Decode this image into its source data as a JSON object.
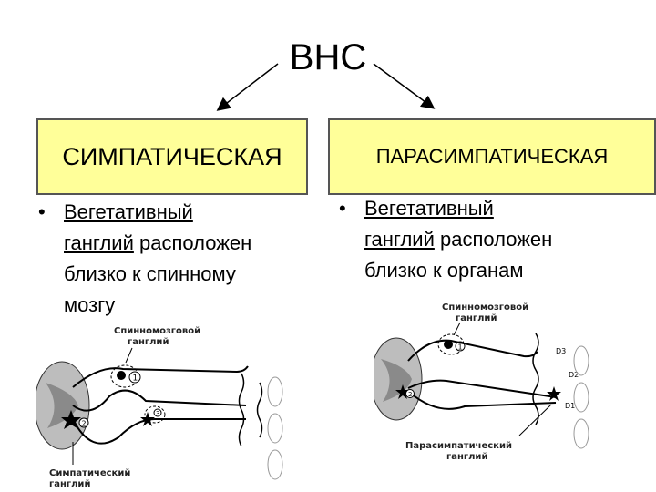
{
  "title": "ВНС",
  "left": {
    "heading": "СИМПАТИЧЕСКАЯ",
    "bullet": {
      "marker": "•",
      "underlined_part1": "Вегетативный",
      "underlined_part2": "ганглий",
      "rest_line2": " расположен",
      "rest_line3": "близко к спинному",
      "rest_line4": "мозгу"
    },
    "figure": {
      "label_top_line1": "Спинномозговой",
      "label_top_line2": "ганглий",
      "label_bottom_line1": "Симпатический",
      "label_bottom_line2": "ганглий",
      "marker_1": "1",
      "marker_2": "2",
      "marker_3": "3"
    }
  },
  "right": {
    "heading": "ПАРАСИМПАТИЧЕСКАЯ",
    "bullet": {
      "marker": "•",
      "underlined_part1": "Вегетативный",
      "underlined_part2": "ганглий",
      "rest_line2": " расположен",
      "rest_line3": "близко к органам"
    },
    "figure": {
      "label_top_line1": "Спинномозговой",
      "label_top_line2": "ганглий",
      "label_bottom_line1": "Парасимпатический",
      "label_bottom_line2": "ганглий",
      "marker_1": "1",
      "marker_2": "2",
      "d1": "D1",
      "d2": "D2",
      "d3": "D3"
    }
  }
}
